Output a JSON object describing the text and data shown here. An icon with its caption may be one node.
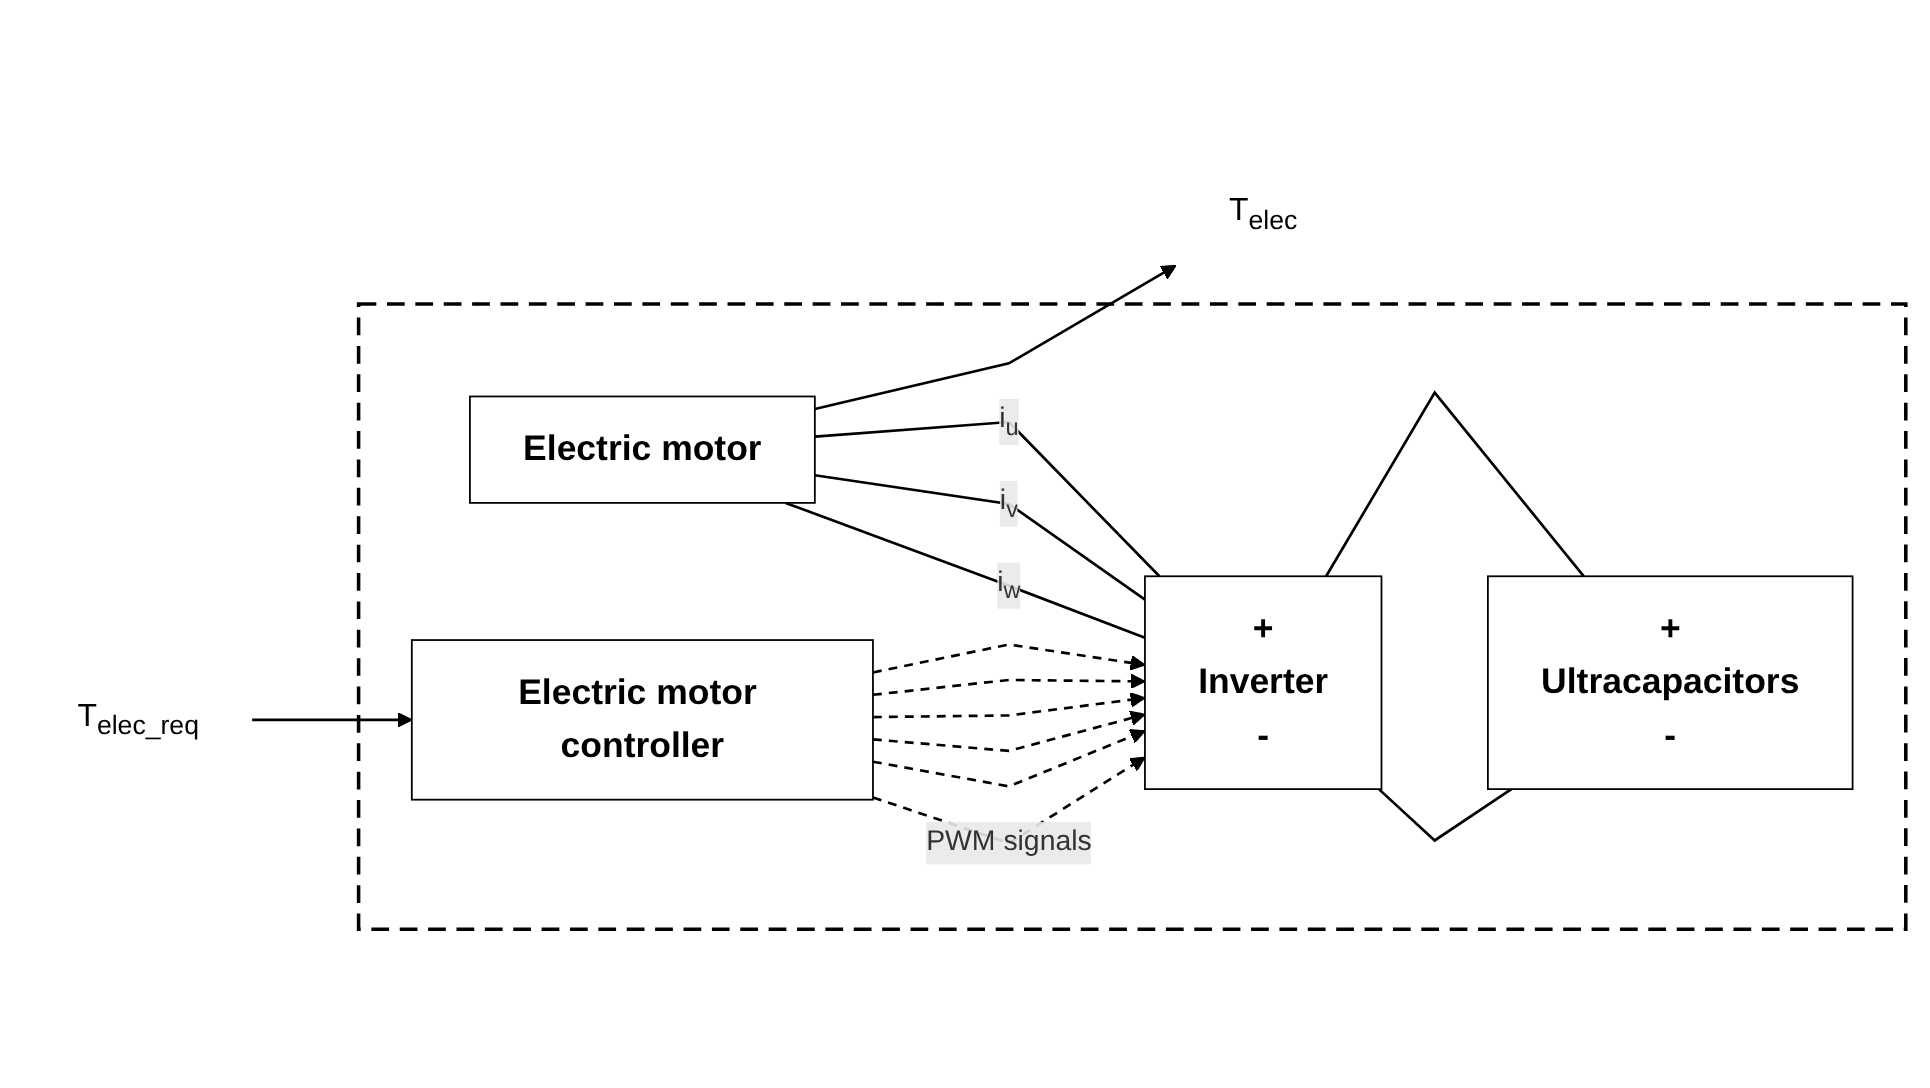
{
  "diagram": {
    "nodes": [
      {
        "text": [],
        "shape": "box"
      },
      {
        "text": [
          "Electric motor"
        ],
        "in": 0
      },
      {
        "text": [
          "Electric motor controller"
        ],
        "in": 0
      },
      {
        "text": [
          "+",
          "Inverter",
          "-"
        ],
        "in": 0
      },
      {
        "text": [
          "+",
          "Ultracapacitors",
          "-"
        ],
        "in": 0
      },
      {
        "text": [
          "T$_{elec}$"
        ]
      },
      {
        "text": [
          "T$_{elec_req}$"
        ]
      }
    ],
    "edges": [
      {
        "from": 1,
        "to": 5,
        "arrow": "to"
      },
      {
        "from": 1,
        "to": 3,
        "arrow": "none",
        "label": "i$_{u}$"
      },
      {
        "from": 1,
        "to": 3,
        "arrow": "none",
        "label": "i$_{v}$"
      },
      {
        "from": 1,
        "to": 3,
        "arrow": "none",
        "label": "i$_{w}$"
      },
      {
        "from": 2,
        "to": 3,
        "arrow": "to",
        "style": "dashed"
      },
      {
        "from": 2,
        "to": 3,
        "arrow": "to",
        "style": "dashed"
      },
      {
        "from": 2,
        "to": 3,
        "arrow": "to",
        "style": "dashed"
      },
      {
        "from": 2,
        "to": 3,
        "arrow": "to",
        "style": "dashed"
      },
      {
        "from": 2,
        "to": 3,
        "arrow": "to",
        "style": "dashed"
      },
      {
        "from": 2,
        "to": 3,
        "arrow": "to",
        "style": "dashed",
        "label": "PWM signals"
      },
      {
        "from": 3,
        "to": 4,
        "arrow": "none"
      },
      {
        "from": 3,
        "to": 4,
        "arrow": "none"
      },
      {
        "from": 6,
        "to": 2,
        "arrow": "to"
      }
    ]
  }
}
